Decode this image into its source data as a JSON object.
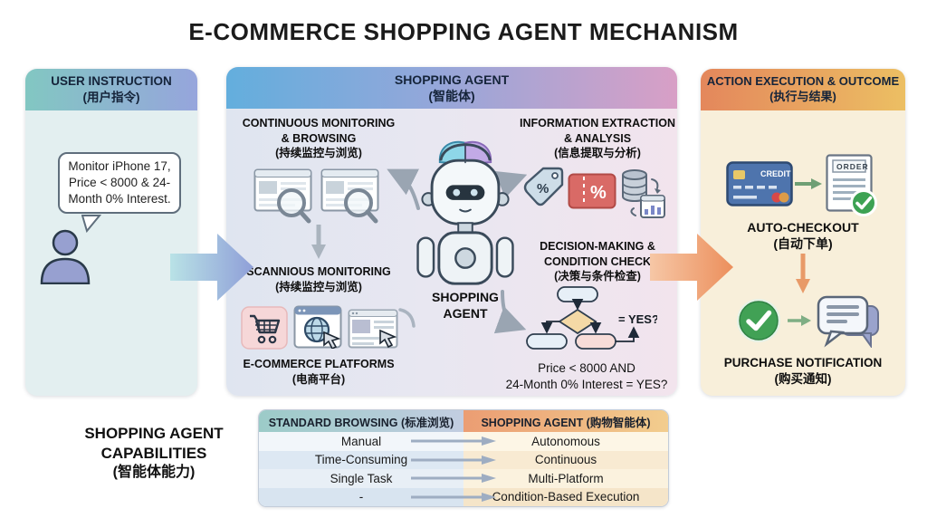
{
  "title": "E-COMMERCE SHOPPING AGENT MECHANISM",
  "user_panel": {
    "title_en": "USER INSTRUCTION",
    "title_zh": "(用户指令)",
    "speech_lines": [
      "Monitor iPhone 17,",
      "Price < 8000 & 24-",
      "Month 0% Interest."
    ]
  },
  "agent_panel": {
    "title_en": "SHOPPING AGENT",
    "title_zh": "(智能体)",
    "monitoring": {
      "en1": "CONTINUOUS MONITORING",
      "en2": "& BROWSING",
      "zh": "(持续监控与浏览)"
    },
    "scanning": {
      "en1": "SCANNIOUS MONITORING",
      "zh": "(持续监控与浏览)"
    },
    "platforms": {
      "en1": "E-COMMERCE PLATFORMS",
      "zh": "(电商平台)"
    },
    "robot_label1": "SHOPPING",
    "robot_label2": "AGENT",
    "extraction": {
      "en1": "INFORMATION EXTRACTION",
      "en2": "& ANALYSIS",
      "zh": "(信息提取与分析)"
    },
    "decision": {
      "en1": "DECISION-MAKING &",
      "en2": "CONDITION CHECK",
      "zh": "(决策与条件检查)",
      "yes_label": "= YES?",
      "cond1": "Price < 8000 AND",
      "cond2": "24-Month 0% Interest = YES?"
    }
  },
  "action_panel": {
    "title_en": "ACTION EXECUTION & OUTCOME",
    "title_zh": "(执行与结果)",
    "card_label": "CREDIT",
    "order_label": "ORDER",
    "checkout_en": "AUTO-CHECKOUT",
    "checkout_zh": "(自动下单)",
    "notify_en": "PURCHASE NOTIFICATION",
    "notify_zh": "(购买通知)"
  },
  "capabilities": {
    "label1": "SHOPPING AGENT",
    "label2": "CAPABILITIES",
    "label_zh": "(智能体能力)",
    "col1_header": "STANDARD BROWSING (标准浏览)",
    "col2_header": "SHOPPING AGENT (购物智能体)",
    "rows": [
      {
        "left": "Manual",
        "right": "Autonomous"
      },
      {
        "left": "Time-Consuming",
        "right": "Continuous"
      },
      {
        "left": "Single Task",
        "right": "Multi-Platform"
      },
      {
        "left": "-",
        "right": "Condition-Based Execution"
      }
    ]
  },
  "icons": {
    "person-icon": "silhouette",
    "magnifier-icon": "🔍",
    "cart-icon": "🛒",
    "globe-icon": "🌐",
    "cursor-icon": "➤",
    "database-icon": "cylinder-stack",
    "credit-card-icon": "💳",
    "order-doc-icon": "📄",
    "check-icon": "✓",
    "chat-icon": "💬",
    "robot-icon": "🤖",
    "arrow-right-icon": "→",
    "arrow-down-icon": "↓",
    "percent": "%"
  },
  "colors": {
    "user_header_from": "#82c7c2",
    "user_header_to": "#96a5dc",
    "user_body": "#e3eff0",
    "agent_header_from": "#63aedd",
    "agent_header_to": "#d89fc6",
    "agent_body_from": "#dfe5f0",
    "agent_body_to": "#f2e4ed",
    "action_header_from": "#e4875c",
    "action_header_to": "#ecbf63",
    "action_body": "#f8efda",
    "arrow_user_agent_from": "#b9e2e6",
    "arrow_user_agent_to": "#8f9fd8",
    "arrow_agent_action_from": "#f6c7a6",
    "arrow_agent_action_to": "#ec8f5c",
    "check_green": "#3da253",
    "coupon_red": "#d96a66",
    "card_blue": "#4e74ad",
    "flow_diamond": "#f4d9a6"
  }
}
